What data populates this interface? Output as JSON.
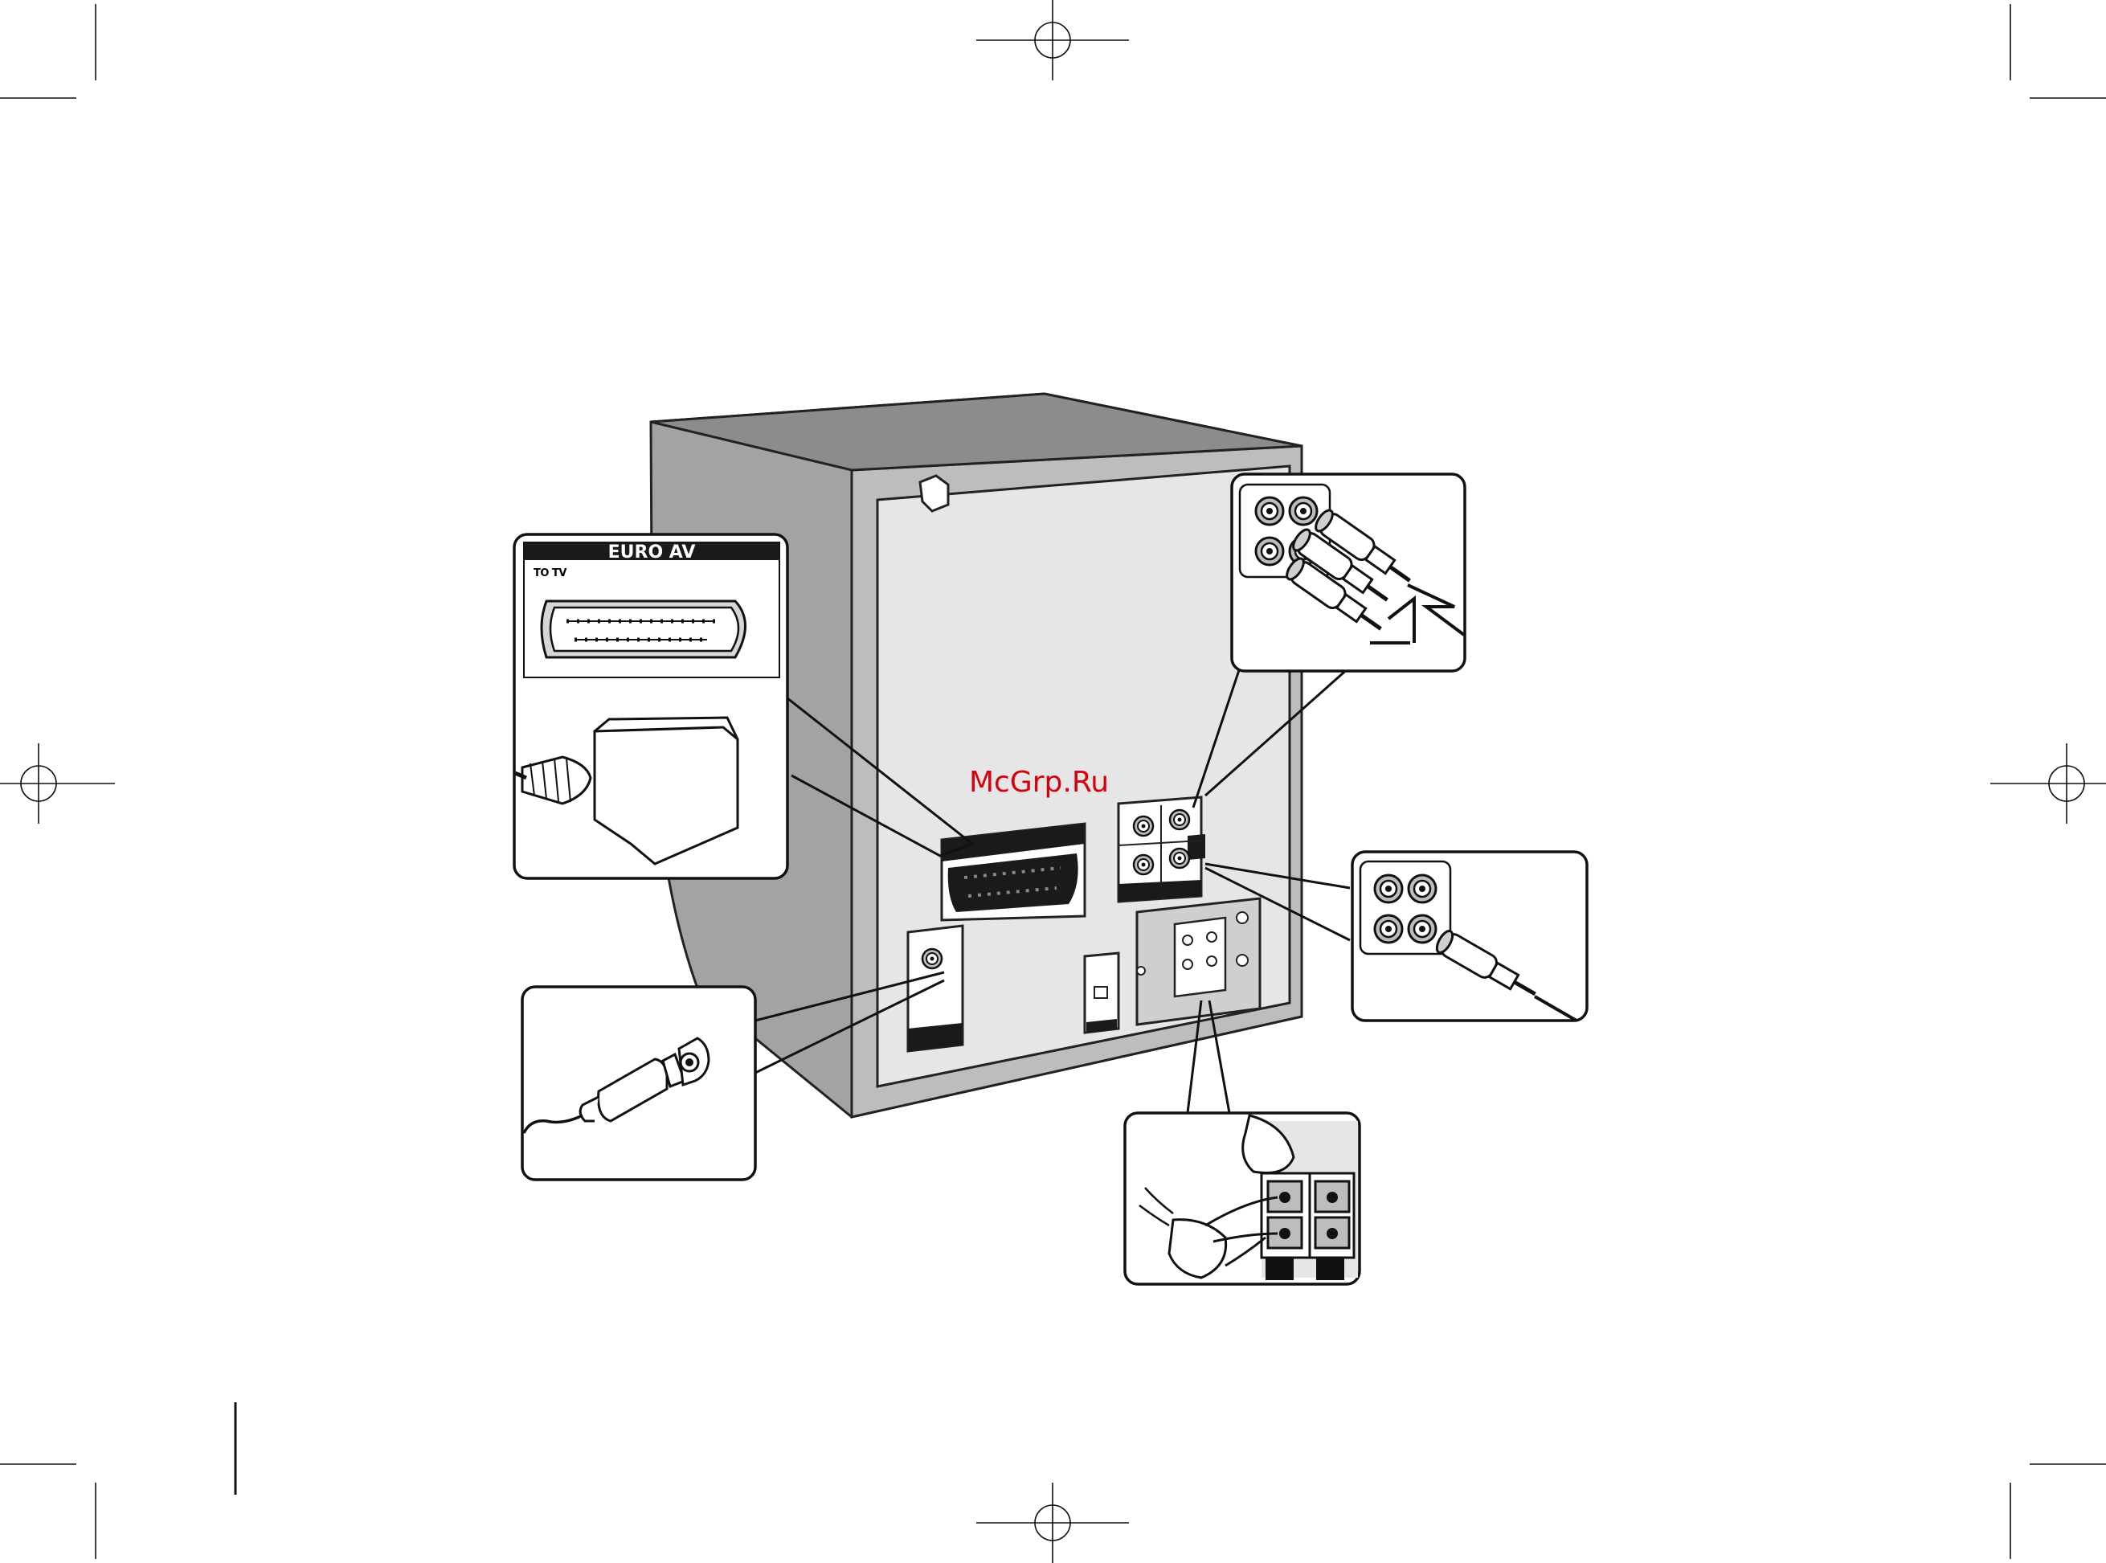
{
  "labels": {
    "euro_av": "EURO AV",
    "to_tv": "TO TV",
    "watermark": "McGrp.Ru"
  },
  "colors": {
    "unit_side": "#a3a3a3",
    "unit_back": "#e6e6e6",
    "watermark": "#d8000d",
    "line": "#1a1a1a"
  },
  "icons": [
    "registration-mark-icon",
    "scart-connector-icon",
    "rca-jack-icon",
    "antenna-plug-icon",
    "speaker-terminal-icon"
  ]
}
